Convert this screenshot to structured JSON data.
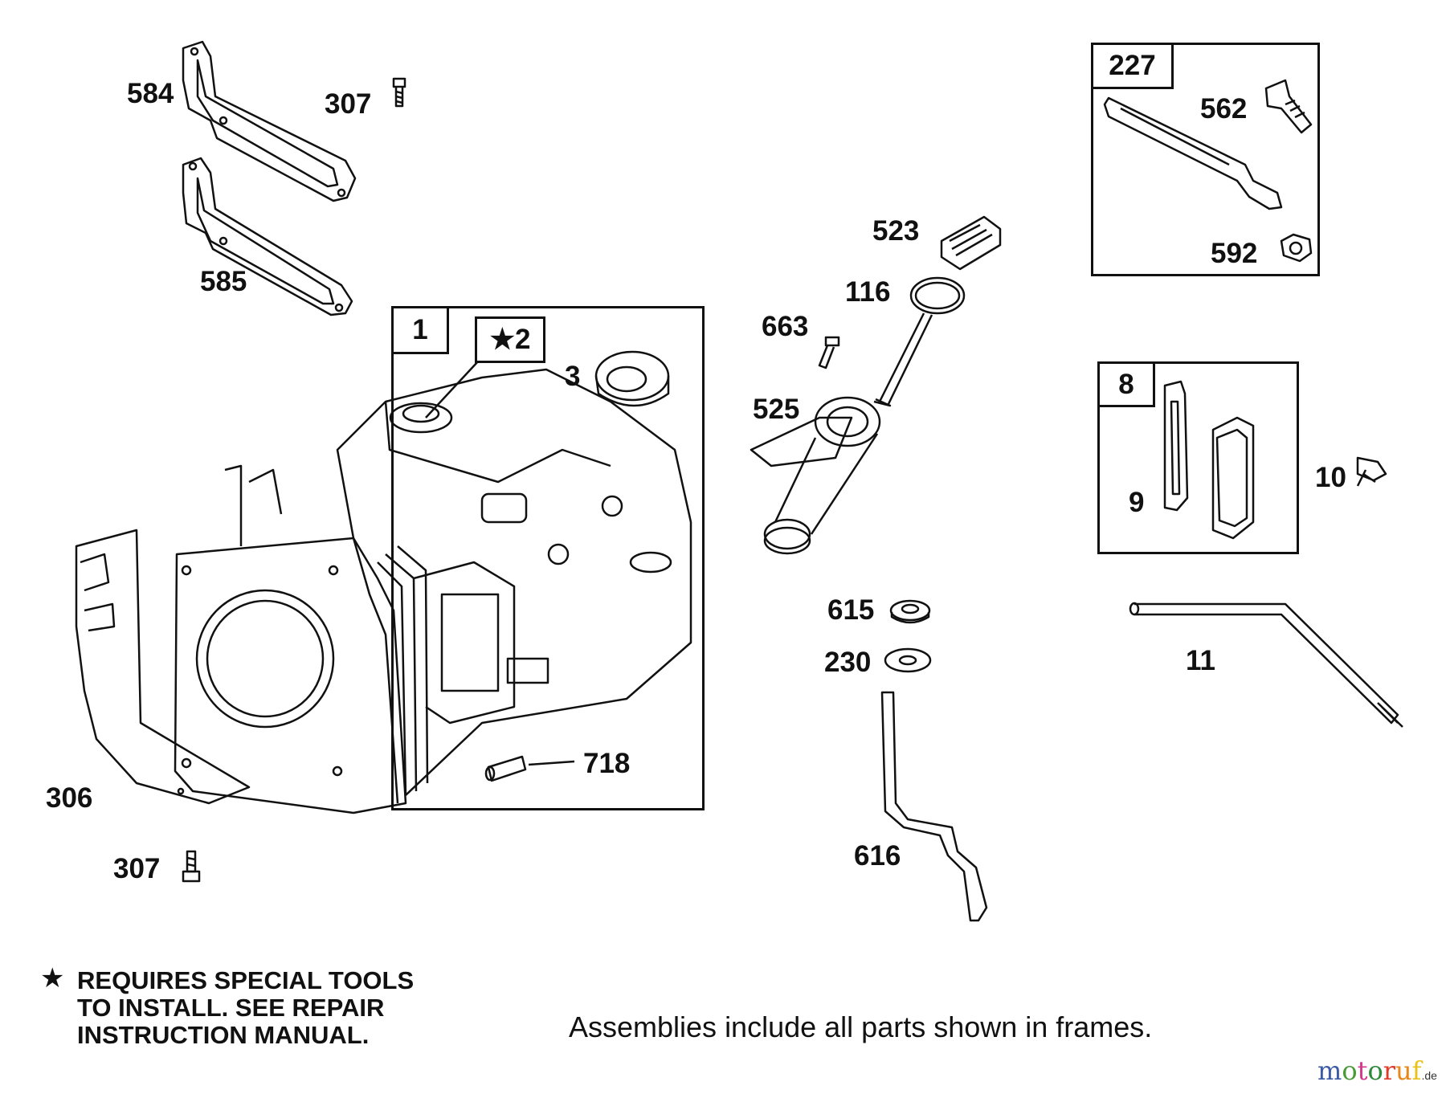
{
  "callouts": {
    "p584": "584",
    "p307_top": "307",
    "p585": "585",
    "p1": "1",
    "p2": "★2",
    "p3": "3",
    "p718": "718",
    "p306": "306",
    "p307_bottom": "307",
    "p523": "523",
    "p116": "116",
    "p663": "663",
    "p525": "525",
    "p227": "227",
    "p562": "562",
    "p592": "592",
    "p8": "8",
    "p9": "9",
    "p10": "10",
    "p615": "615",
    "p230": "230",
    "p11": "11",
    "p616": "616"
  },
  "footnote": {
    "symbol": "★",
    "lines": [
      "REQUIRES SPECIAL TOOLS",
      "TO INSTALL.  SEE REPAIR",
      "INSTRUCTION MANUAL."
    ]
  },
  "assemblies_note": "Assemblies include all parts shown in frames.",
  "watermark": {
    "letters": [
      "m",
      "o",
      "t",
      "o",
      "r",
      "u",
      "f"
    ],
    "suffix": ".de",
    "colors": [
      "#3b5ba5",
      "#4a9a3a",
      "#d4388a",
      "#2d8a3a",
      "#e03a2a",
      "#e8861a",
      "#e8c21a"
    ]
  }
}
